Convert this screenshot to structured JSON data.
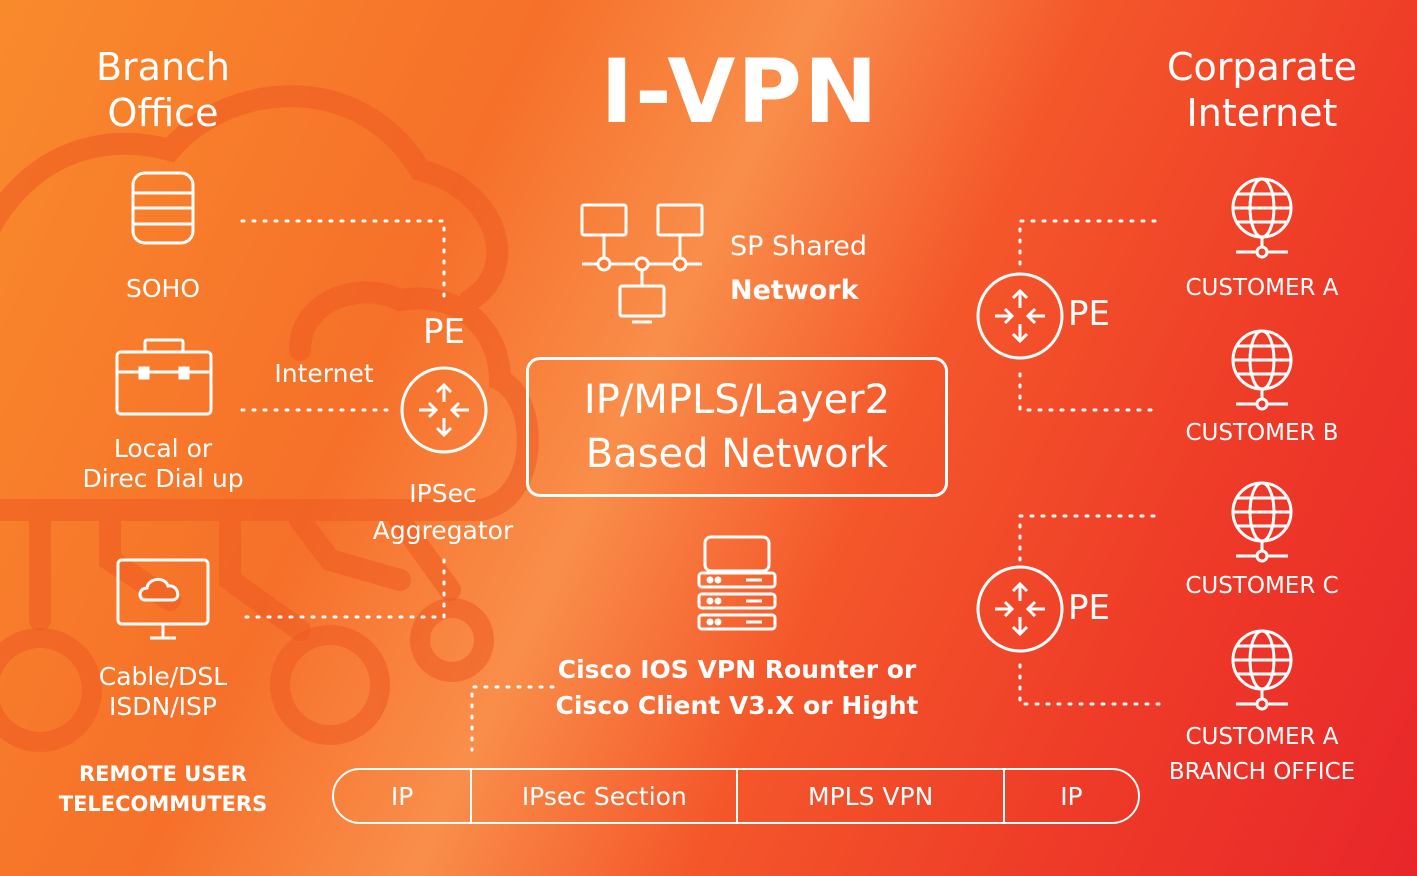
{
  "title": "I-VPN",
  "branch": {
    "title_line1": "Branch",
    "title_line2": "Office",
    "soho_label": "SOHO",
    "dialup_line1": "Local or",
    "dialup_line2": "Direc Dial up",
    "internet_label": "Internet",
    "pe_label": "PE",
    "aggregator_line1": "IPSec",
    "aggregator_line2": "Aggregator",
    "cable_line1": "Cable/DSL",
    "cable_line2": "ISDN/ISP",
    "remote_line1": "REMOTE  USER",
    "remote_line2": "TELECOMMUTERS"
  },
  "center": {
    "sp_line1": "SP Shared",
    "sp_line2": "Network",
    "box_line1": "IP/MPLS/Layer2",
    "box_line2": "Based Network",
    "cisco_line1": "Cisco IOS VPN Rounter or",
    "cisco_line2": "Cisco Client V3.X or Hight"
  },
  "corporate": {
    "title_line1": "Corparate",
    "title_line2": "Internet",
    "pe_top": "PE",
    "pe_bottom": "PE",
    "customer_a": "CUSTOMER A",
    "customer_b": "CUSTOMER B",
    "customer_c": "CUSTOMER C",
    "customer_a_branch_line1": "CUSTOMER A",
    "customer_a_branch_line2": "BRANCH OFFICE"
  },
  "protocol_bar": [
    "IP",
    "IPsec Section",
    "MPLS VPN",
    "IP"
  ],
  "colors": {
    "gradient_start": "#f98a2c",
    "gradient_end": "#e8262a",
    "foreground": "#ffffff"
  }
}
